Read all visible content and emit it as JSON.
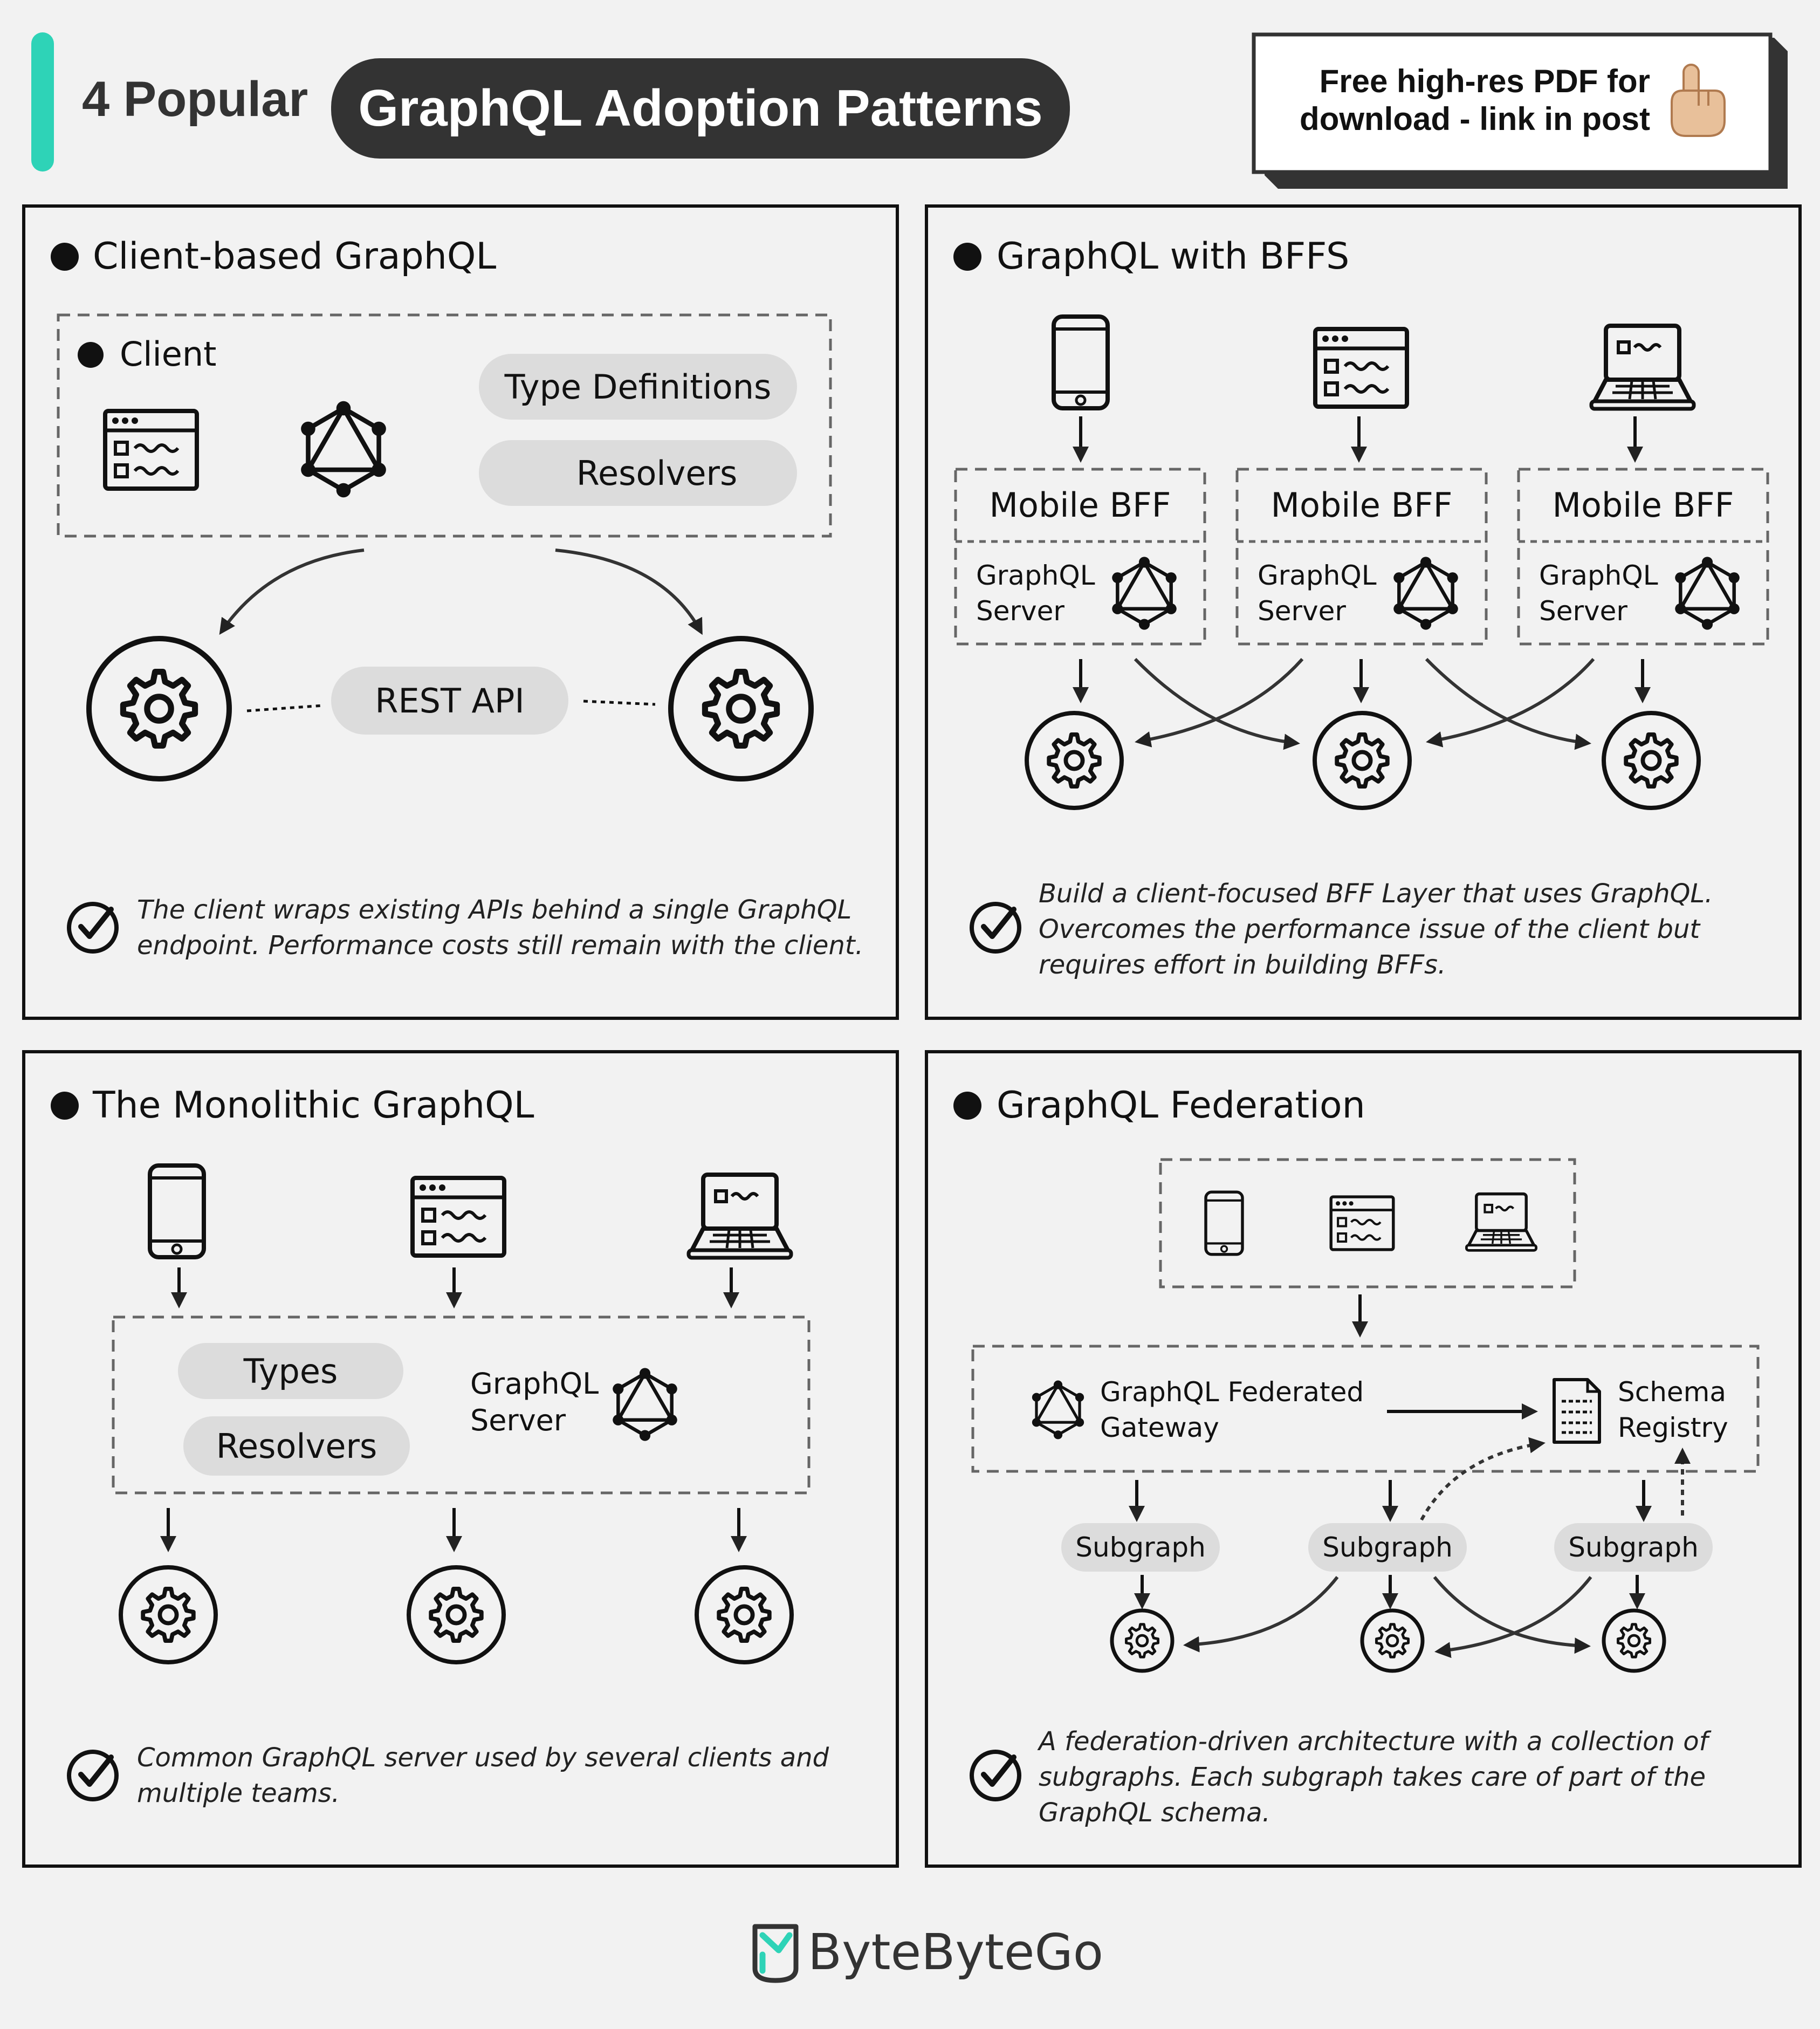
{
  "header": {
    "title_prefix": "4 Popular",
    "title_main": "GraphQL Adoption Patterns",
    "promo_line1": "Free high-res PDF for",
    "promo_line2": "download - link in post",
    "accent_color": "#2ed3b7"
  },
  "panel1": {
    "heading": "Client-based GraphQL",
    "client_label": "Client",
    "type_definitions": "Type Definitions",
    "resolvers": "Resolvers",
    "rest_api": "REST API",
    "desc_line1": "The client wraps existing APIs behind a single GraphQL",
    "desc_line2": "endpoint. Performance costs still remain with the client."
  },
  "panel2": {
    "heading": "GraphQL with BFFS",
    "bffs": [
      {
        "name": "Mobile BFF",
        "server_l1": "GraphQL",
        "server_l2": "Server"
      },
      {
        "name": "Mobile BFF",
        "server_l1": "GraphQL",
        "server_l2": "Server"
      },
      {
        "name": "Mobile BFF",
        "server_l1": "GraphQL",
        "server_l2": "Server"
      }
    ],
    "desc_line1": "Build a client-focused BFF Layer that uses GraphQL.",
    "desc_line2": "Overcomes the performance issue of the client but",
    "desc_line3": "requires effort in building BFFs."
  },
  "panel3": {
    "heading": "The Monolithic GraphQL",
    "types": "Types",
    "resolvers": "Resolvers",
    "server_l1": "GraphQL",
    "server_l2": "Server",
    "desc_line1": "Common GraphQL server used by several clients and",
    "desc_line2": "multiple teams."
  },
  "panel4": {
    "heading": "GraphQL Federation",
    "gateway_l1": "GraphQL Federated",
    "gateway_l2": "Gateway",
    "registry_l1": "Schema",
    "registry_l2": "Registry",
    "subgraphs": [
      "Subgraph",
      "Subgraph",
      "Subgraph"
    ],
    "desc_line1": "A federation-driven architecture with a collection of",
    "desc_line2": "subgraphs. Each subgraph takes care of part of the",
    "desc_line3": "GraphQL schema."
  },
  "footer": {
    "brand": "ByteByteGo"
  }
}
